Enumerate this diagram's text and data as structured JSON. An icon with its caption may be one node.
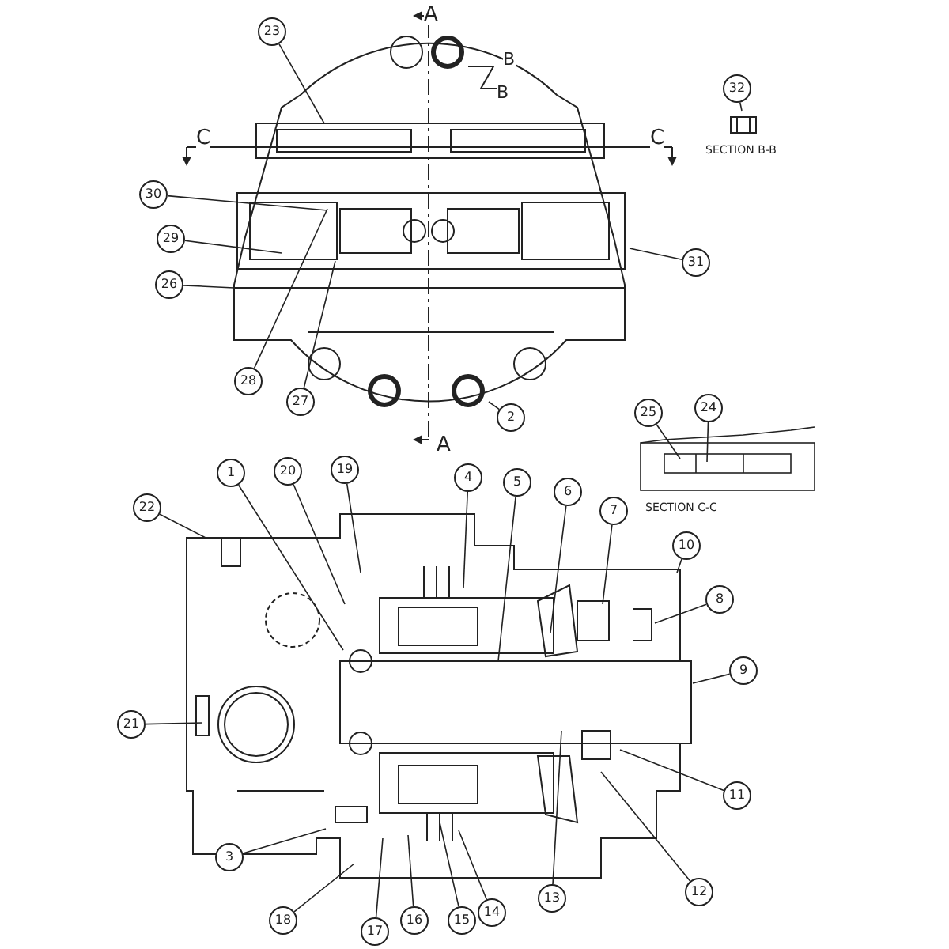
{
  "diagram": {
    "nodes": [
      {
        "text": [
          "23"
        ]
      },
      {
        "text": [
          "32"
        ]
      },
      {
        "text": [
          "30"
        ]
      },
      {
        "text": [
          "29"
        ]
      },
      {
        "text": [
          "26"
        ]
      },
      {
        "text": [
          "31"
        ]
      },
      {
        "text": [
          "28"
        ]
      },
      {
        "text": [
          "27"
        ]
      },
      {
        "text": [
          "2"
        ]
      },
      {
        "text": [
          "25"
        ]
      },
      {
        "text": [
          "24"
        ]
      },
      {
        "text": [
          "1"
        ]
      },
      {
        "text": [
          "20"
        ]
      },
      {
        "text": [
          "19"
        ]
      },
      {
        "text": [
          "4"
        ]
      },
      {
        "text": [
          "5"
        ]
      },
      {
        "text": [
          "6"
        ]
      },
      {
        "text": [
          "22"
        ]
      },
      {
        "text": [
          "7"
        ]
      },
      {
        "text": [
          "10"
        ]
      },
      {
        "text": [
          "8"
        ]
      },
      {
        "text": [
          "9"
        ]
      },
      {
        "text": [
          "21"
        ]
      },
      {
        "text": [
          "3"
        ]
      },
      {
        "text": [
          "11"
        ]
      },
      {
        "text": [
          "12"
        ]
      },
      {
        "text": [
          "13"
        ]
      },
      {
        "text": [
          "14"
        ]
      },
      {
        "text": [
          "15"
        ]
      },
      {
        "text": [
          "16"
        ]
      },
      {
        "text": [
          "17"
        ]
      },
      {
        "text": [
          "18"
        ]
      }
    ],
    "edges": [
      {
        "from": 0,
        "to": null,
        "arrow": "none"
      },
      {
        "from": 1,
        "to": null,
        "arrow": "none"
      },
      {
        "from": 2,
        "to": null,
        "arrow": "none"
      },
      {
        "from": 3,
        "to": null,
        "arrow": "none"
      },
      {
        "from": 4,
        "to": null,
        "arrow": "none"
      },
      {
        "from": 5,
        "to": null,
        "arrow": "none"
      },
      {
        "from": 6,
        "to": null,
        "arrow": "none"
      },
      {
        "from": 7,
        "to": null,
        "arrow": "none"
      },
      {
        "from": 8,
        "to": null,
        "arrow": "none"
      },
      {
        "from": 9,
        "to": null,
        "arrow": "none"
      },
      {
        "from": 10,
        "to": null,
        "arrow": "none"
      },
      {
        "from": 11,
        "to": null,
        "arrow": "none"
      },
      {
        "from": 12,
        "to": null,
        "arrow": "none"
      },
      {
        "from": 13,
        "to": null,
        "arrow": "none"
      },
      {
        "from": 14,
        "to": null,
        "arrow": "none"
      },
      {
        "from": 15,
        "to": null,
        "arrow": "none"
      },
      {
        "from": 16,
        "to": null,
        "arrow": "none"
      },
      {
        "from": 17,
        "to": null,
        "arrow": "none"
      },
      {
        "from": 18,
        "to": null,
        "arrow": "none"
      },
      {
        "from": 19,
        "to": null,
        "arrow": "none"
      },
      {
        "from": 20,
        "to": null,
        "arrow": "none"
      },
      {
        "from": 21,
        "to": null,
        "arrow": "none"
      },
      {
        "from": 22,
        "to": null,
        "arrow": "none"
      },
      {
        "from": 23,
        "to": null,
        "arrow": "none"
      },
      {
        "from": 24,
        "to": null,
        "arrow": "none"
      },
      {
        "from": 25,
        "to": null,
        "arrow": "none"
      },
      {
        "from": 26,
        "to": null,
        "arrow": "none"
      },
      {
        "from": 27,
        "to": null,
        "arrow": "none"
      },
      {
        "from": 28,
        "to": null,
        "arrow": "none"
      },
      {
        "from": 29,
        "to": null,
        "arrow": "none"
      },
      {
        "from": 30,
        "to": null,
        "arrow": "none"
      },
      {
        "from": 31,
        "to": null,
        "arrow": "none"
      }
    ],
    "labels": [
      "A",
      "B",
      "B",
      "C",
      "C",
      "SECTION B-B",
      "A",
      "SECTION C-C"
    ]
  }
}
